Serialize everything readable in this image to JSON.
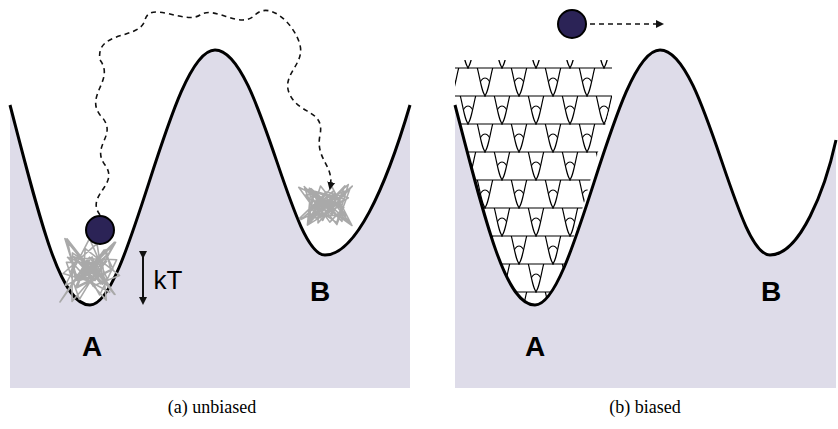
{
  "diagram": {
    "labels": [
      "kT",
      "A",
      "B",
      "(a) unbiased",
      "A",
      "B",
      "(b) biased"
    ]
  }
}
